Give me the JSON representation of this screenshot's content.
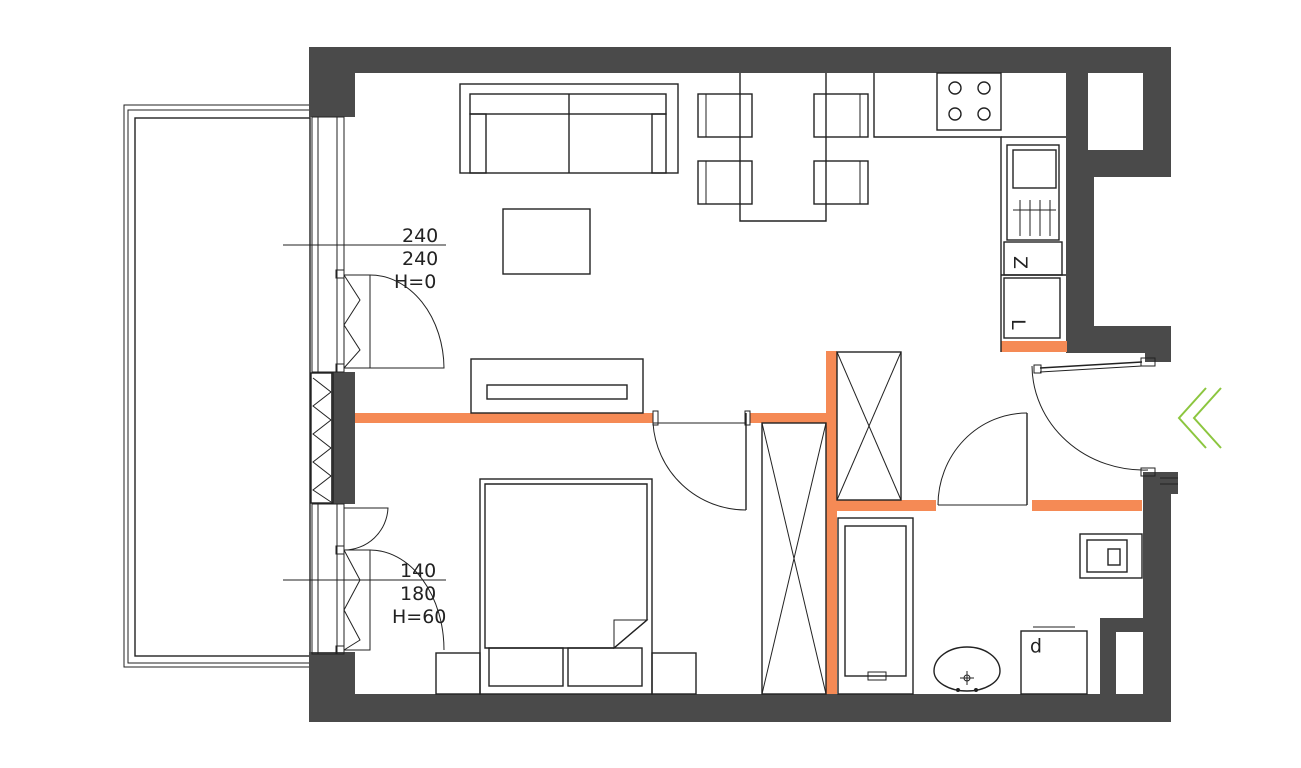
{
  "colors": {
    "wall": "#4a4a4a",
    "partition": "#f58a55",
    "line": "#222222",
    "entrance_arrow": "#8cc63f",
    "background": "#ffffff"
  },
  "windows": {
    "living": {
      "line1": "240",
      "line2": "240",
      "line3": "H=0"
    },
    "bedroom": {
      "line1": "140",
      "line2": "180",
      "line3": "H=60"
    }
  },
  "appliance_labels": {
    "fridge": "Z",
    "washer": "L",
    "bathroom_washer": "p"
  },
  "icons": {
    "entrance": "double-chevron-left-icon",
    "balcony_radiator": "zigzag-radiator-icon"
  }
}
